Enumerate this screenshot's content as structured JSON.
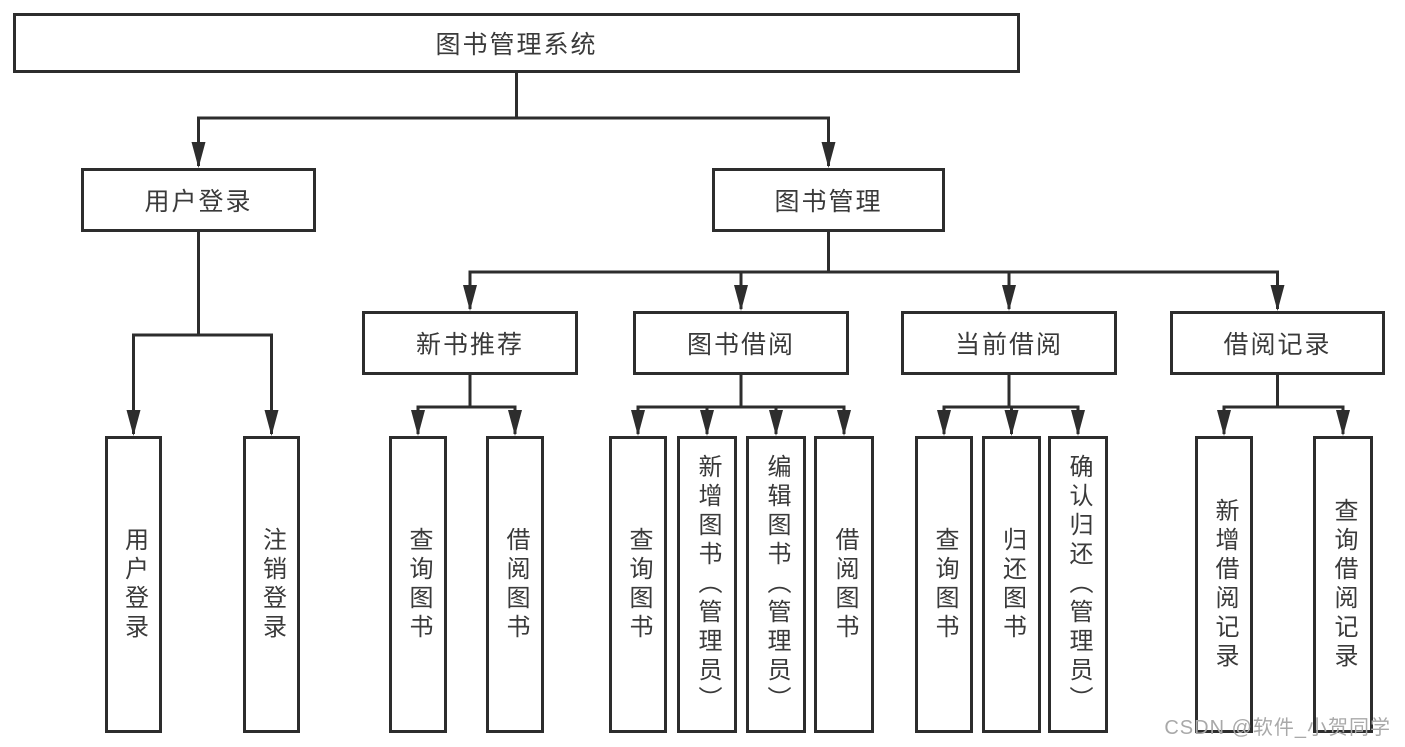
{
  "tree": {
    "label": "图书管理系统",
    "children": [
      {
        "label": "用户登录",
        "children": [
          {
            "label": "用户登录"
          },
          {
            "label": "注销登录"
          }
        ]
      },
      {
        "label": "图书管理",
        "children": [
          {
            "label": "新书推荐",
            "children": [
              {
                "label": "查询图书"
              },
              {
                "label": "借阅图书"
              }
            ]
          },
          {
            "label": "图书借阅",
            "children": [
              {
                "label": "查询图书"
              },
              {
                "label": "新增图书（管理员）"
              },
              {
                "label": "编辑图书（管理员）"
              },
              {
                "label": "借阅图书"
              }
            ]
          },
          {
            "label": "当前借阅",
            "children": [
              {
                "label": "查询图书"
              },
              {
                "label": "归还图书"
              },
              {
                "label": "确认归还（管理员）"
              }
            ]
          },
          {
            "label": "借阅记录",
            "children": [
              {
                "label": "新增借阅记录"
              },
              {
                "label": "查询借阅记录"
              }
            ]
          }
        ]
      }
    ]
  },
  "watermark": {
    "text": "CSDN @软件_小贺同学"
  },
  "colors": {
    "line": "#2d2d2d",
    "text": "#3a3a3a",
    "background": "#ffffff",
    "watermark": "#a9a9a9"
  }
}
